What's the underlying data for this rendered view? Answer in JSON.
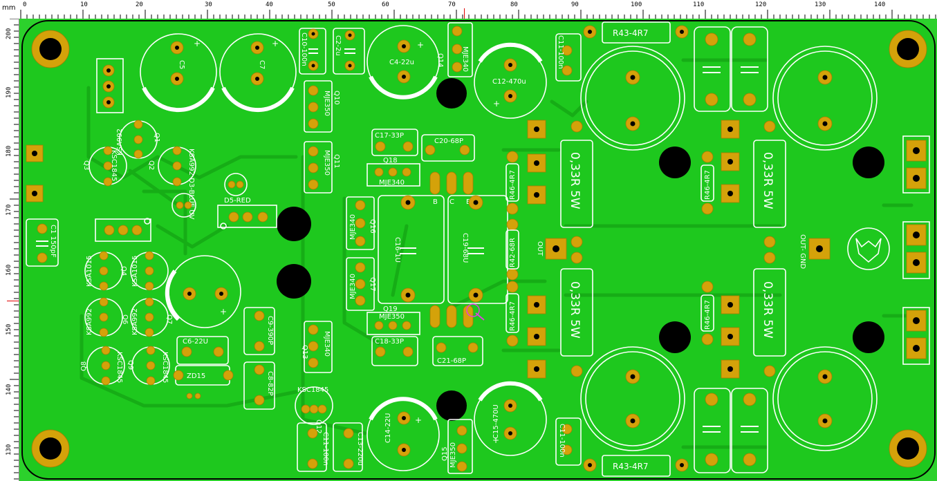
{
  "ruler": {
    "unit": "mm",
    "top_labels": [
      "0",
      "10",
      "20",
      "30",
      "40",
      "50",
      "60",
      "70",
      "80",
      "90",
      "100",
      "110",
      "120",
      "130",
      "140"
    ],
    "left_labels": [
      "200",
      "190",
      "180",
      "170",
      "160",
      "150",
      "140",
      "130"
    ]
  },
  "colors": {
    "board": "#1ec81e",
    "board_edge": "#000000",
    "silkscreen": "#ffffff",
    "pad": "#d4a20a",
    "hole": "#000000",
    "cursor": "#e00000",
    "probe": "#e040e0"
  },
  "labels": {
    "c5": "C5",
    "c7": "C7",
    "c10": "C10-100n",
    "c2": "C2-2u",
    "c4": "C4-22u",
    "q14": "Q14",
    "mje340_top": "MJE340",
    "c12": "C12-470u",
    "c11_top": "C11-100n",
    "r43_top": "R43-4R7",
    "ksa992_a": "KSA992",
    "q1": "Q1",
    "q2": "Q2",
    "q3": "Q3",
    "ksc1845_a": "KSC1845",
    "ksa992_d3": "KSA992  D3-BLUE UV",
    "q10": "Q10",
    "mje350_a": "MJE350",
    "q11": "Q11",
    "mje350_b": "MJE350",
    "c17": "C17-33P",
    "c20": "C20-68P",
    "q18": "Q18",
    "mje340_q18": "MJE340",
    "d5": "D5-RED",
    "c1": "C1 150pF",
    "q16": "Q16",
    "mje340_q16": "MJE340",
    "c16": "C16-1U",
    "c19": "C19-68U",
    "r46_a": "R46-4R7",
    "r42": "R42-68R",
    "r46_b": "R46-4R7",
    "res_a": "0,33R 5W",
    "res_b": "0,33R 5W",
    "res_c": "0,33R 5W",
    "res_d": "0,33R 5W",
    "r46_c": "R46-4R7",
    "r46_d": "R46-4R7",
    "out": "OUT",
    "out_gnd": "OUT- GND",
    "ksa1015_a": "KSA1015",
    "q4": "Q4",
    "ksa1015_b": "KSA1015",
    "ksa992_b": "KSA992",
    "q6": "Q6",
    "ksa992_c": "KSA992",
    "q7": "Q7",
    "q17": "Q17",
    "mje340_q17": "MJE340",
    "q19": "Q19",
    "mje350_q19": "MJE350",
    "c9": "C9-390P",
    "c6": "C6-22U",
    "q13": "Q13",
    "mje340_q13": "MJE340",
    "c18": "C18-33P",
    "c21": "C21-68P",
    "q8": "Q8",
    "ksc1845_b": "KSC1845",
    "q9": "Q9",
    "ksc1845_c": "KSC1845",
    "zd15": "ZD15",
    "c8": "C8-82P",
    "ksc1845_d": "KSC1845",
    "q12": "Q12",
    "c11_b": "C11-100n",
    "c13": "C13-220u",
    "c14": "C14-22U",
    "q15": "Q15",
    "mje350_q15": "MJE350",
    "c15": "C15-470U",
    "c11_c": "C11-100n",
    "r43_bot": "R43-4R7",
    "pin_b": "B",
    "pin_c": "C",
    "pin_e": "E"
  }
}
